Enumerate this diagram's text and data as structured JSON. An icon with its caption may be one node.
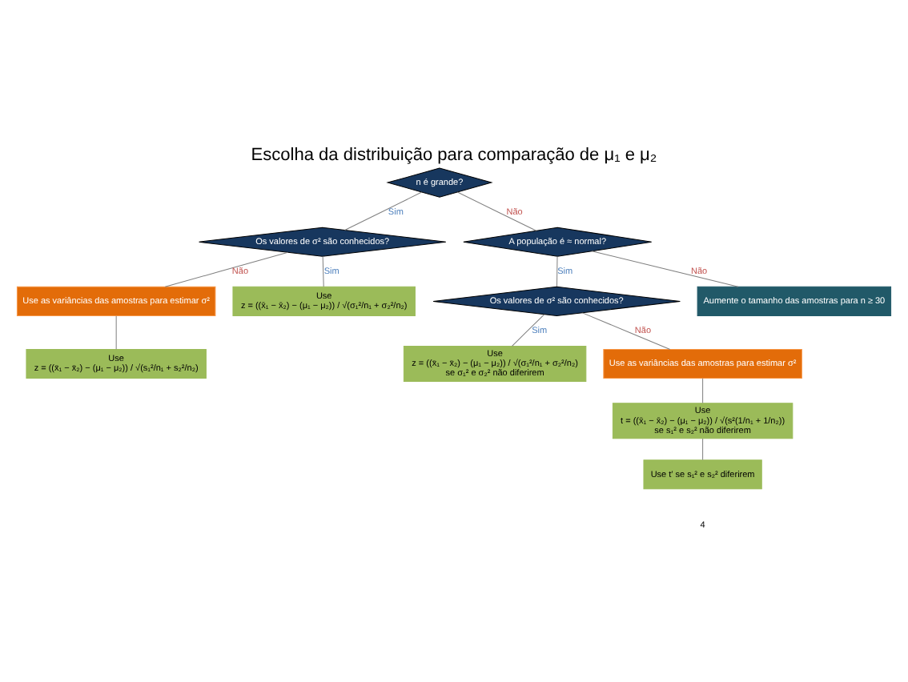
{
  "diagram": {
    "title": "Escolha da distribuição para comparação de μ₁ e μ₂",
    "nodes": [
      {
        "text": [
          "n é grande?"
        ]
      },
      {
        "text": [
          "Os valores de σ² são conhecidos?"
        ]
      },
      {
        "text": [
          "A população é ≈ normal?"
        ]
      },
      {
        "text": [
          "Os valores de σ² são conhecidos?"
        ]
      },
      {
        "text": [
          "Use as variâncias das amostras para estimar σ²"
        ]
      },
      {
        "text": [
          "Use",
          "z = ((x̄₁ − x̄₂) − (μ₁ − μ₂)) / √(σ₁²/n₁ + σ₂²/n₂)"
        ]
      },
      {
        "text": [
          "Use",
          "z = ((x̄₁ − x̄₂) − (μ₁ − μ₂)) / √(s₁²/n₁ + s₂²/n₂)"
        ]
      },
      {
        "text": [
          "Use",
          "z = ((x̄₁ − x̄₂) − (μ₁ − μ₂)) / √(σ₁²/n₁ + σ₂²/n₂)",
          "se σ₁² e σ₂² não diferirem"
        ]
      },
      {
        "text": [
          "Use as variâncias das amostras para estimar σ²"
        ]
      },
      {
        "text": [
          "Use",
          "t = ((x̄₁ − x̄₂) − (μ₁ − μ₂)) / √(s²(1/n₁ + 1/n₂))",
          "se s₁² e s₂² não diferirem"
        ]
      },
      {
        "text": [
          "Use t′ se s₁² e s₂² diferirem"
        ]
      },
      {
        "text": [
          "Aumente o tamanho das amostras para n ≥ 30"
        ]
      }
    ],
    "edges": [
      {
        "from": 0,
        "to": 1,
        "arrow": "none",
        "label": "Sim"
      },
      {
        "from": 0,
        "to": 2,
        "arrow": "none",
        "label": "Não"
      },
      {
        "from": 1,
        "to": 5,
        "arrow": "none",
        "label": "Sim"
      },
      {
        "from": 1,
        "to": 4,
        "arrow": "none",
        "label": "Não"
      },
      {
        "from": 4,
        "to": 6,
        "arrow": "none"
      },
      {
        "from": 2,
        "to": 3,
        "arrow": "none",
        "label": "Sim"
      },
      {
        "from": 2,
        "to": 11,
        "arrow": "none",
        "label": "Não"
      },
      {
        "from": 3,
        "to": 7,
        "arrow": "none",
        "label": "Sim"
      },
      {
        "from": 3,
        "to": 8,
        "arrow": "none",
        "label": "Não"
      },
      {
        "from": 8,
        "to": 9,
        "arrow": "none"
      },
      {
        "from": 9,
        "to": 10,
        "arrow": "none"
      }
    ],
    "labels": [
      "4"
    ]
  }
}
